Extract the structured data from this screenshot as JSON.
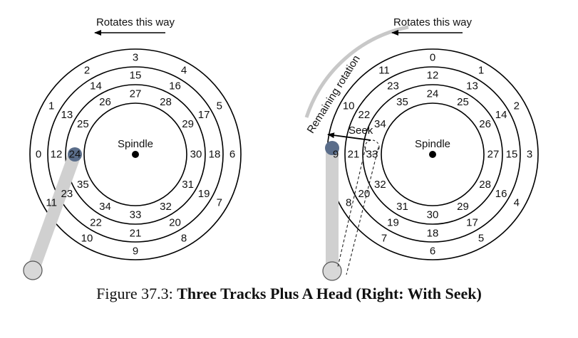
{
  "left_diagram": {
    "rotation_label": "Rotates this way",
    "spindle_label": "Spindle",
    "tracks": [
      {
        "name": "outer",
        "sectors": [
          "0",
          "1",
          "2",
          "3",
          "4",
          "5",
          "6",
          "7",
          "8",
          "9",
          "10",
          "11"
        ]
      },
      {
        "name": "middle",
        "sectors": [
          "12",
          "13",
          "14",
          "15",
          "16",
          "17",
          "18",
          "19",
          "20",
          "21",
          "22",
          "23"
        ]
      },
      {
        "name": "inner",
        "sectors": [
          "24",
          "25",
          "26",
          "27",
          "28",
          "29",
          "30",
          "31",
          "32",
          "33",
          "34",
          "35"
        ]
      }
    ]
  },
  "right_diagram": {
    "rotation_label": "Rotates this way",
    "spindle_label": "Spindle",
    "remaining_label": "Remaining rotation",
    "seek_label": "Seek",
    "tracks": [
      {
        "name": "outer",
        "sectors": [
          "0",
          "1",
          "2",
          "3",
          "4",
          "5",
          "6",
          "7",
          "8",
          "9",
          "10",
          "11"
        ]
      },
      {
        "name": "middle",
        "sectors": [
          "12",
          "13",
          "14",
          "15",
          "16",
          "17",
          "18",
          "19",
          "20",
          "21",
          "22",
          "23"
        ]
      },
      {
        "name": "inner",
        "sectors": [
          "24",
          "25",
          "26",
          "27",
          "28",
          "29",
          "30",
          "31",
          "32",
          "33",
          "34",
          "35"
        ]
      }
    ]
  },
  "caption": {
    "prefix": "Figure 37.3: ",
    "title": "Three Tracks Plus A Head (Right: With Seek)"
  },
  "colors": {
    "head": "#5a6d8a",
    "arm": "#d0d0d0"
  }
}
